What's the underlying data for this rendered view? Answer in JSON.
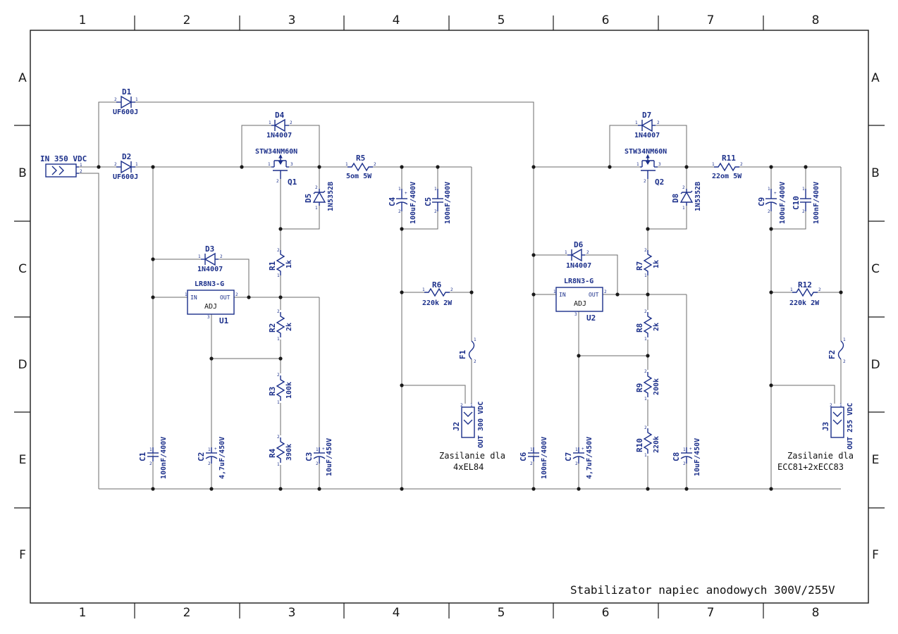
{
  "sheet": {
    "columns": [
      "1",
      "2",
      "3",
      "4",
      "5",
      "6",
      "7",
      "8"
    ],
    "rows": [
      "A",
      "B",
      "C",
      "D",
      "E",
      "F"
    ],
    "title": "Stabilizator napiec anodowych 300V/255V"
  },
  "colors": {
    "symbol": "#1b2f8a",
    "wire": "#6b6b6b",
    "frame": "#1a1a1a"
  },
  "connectors": {
    "input": {
      "label": "IN 350 VDC"
    },
    "j2": {
      "ref": "J2",
      "value": "OUT 300 VDC",
      "note_line1": "Zasilanie dla",
      "note_line2": "4xEL84"
    },
    "j3": {
      "ref": "J3",
      "value": "OUT 255 VDC",
      "note_line1": "Zasilanie dla",
      "note_line2": "ECC81+2xECC83"
    }
  },
  "diodes": {
    "d1": {
      "ref": "D1",
      "value": "UF600J"
    },
    "d2": {
      "ref": "D2",
      "value": "UF600J"
    },
    "d3": {
      "ref": "D3",
      "value": "1N4007"
    },
    "d4": {
      "ref": "D4",
      "value": "1N4007"
    },
    "d5": {
      "ref": "D5",
      "value": "1N5352B"
    },
    "d6": {
      "ref": "D6",
      "value": "1N4007"
    },
    "d7": {
      "ref": "D7",
      "value": "1N4007"
    },
    "d8": {
      "ref": "D8",
      "value": "1N5352B"
    }
  },
  "transistors": {
    "q1": {
      "ref": "Q1",
      "value": "STW34NM60N"
    },
    "q2": {
      "ref": "Q2",
      "value": "STW34NM60N"
    }
  },
  "regulators": {
    "u1": {
      "ref": "U1",
      "value": "LR8N3-G",
      "in": "IN",
      "out": "OUT",
      "adj": "ADJ"
    },
    "u2": {
      "ref": "U2",
      "value": "LR8N3-G",
      "in": "IN",
      "out": "OUT",
      "adj": "ADJ"
    }
  },
  "resistors": {
    "r1": {
      "ref": "R1",
      "value": "1k"
    },
    "r2": {
      "ref": "R2",
      "value": "2k"
    },
    "r3": {
      "ref": "R3",
      "value": "100k"
    },
    "r4": {
      "ref": "R4",
      "value": "390k"
    },
    "r5": {
      "ref": "R5",
      "value": "5om 5W"
    },
    "r6": {
      "ref": "R6",
      "value": "220k 2W"
    },
    "r7": {
      "ref": "R7",
      "value": "1k"
    },
    "r8": {
      "ref": "R8",
      "value": "2k"
    },
    "r9": {
      "ref": "R9",
      "value": "200k"
    },
    "r10": {
      "ref": "R10",
      "value": "220k"
    },
    "r11": {
      "ref": "R11",
      "value": "22om 5W"
    },
    "r12": {
      "ref": "R12",
      "value": "220k 2W"
    }
  },
  "capacitors": {
    "c1": {
      "ref": "C1",
      "value": "100nF/400V"
    },
    "c2": {
      "ref": "C2",
      "value": "4,7uF/450V"
    },
    "c3": {
      "ref": "C3",
      "value": "10uF/450V"
    },
    "c4": {
      "ref": "C4",
      "value": "100uF/400V"
    },
    "c5": {
      "ref": "C5",
      "value": "100nF/400V"
    },
    "c6": {
      "ref": "C6",
      "value": "100nF/400V"
    },
    "c7": {
      "ref": "C7",
      "value": "4,7uF/450V"
    },
    "c8": {
      "ref": "C8",
      "value": "10uF/450V"
    },
    "c9": {
      "ref": "C9",
      "value": "100uF/400V"
    },
    "c10": {
      "ref": "C10",
      "value": "100nF/400V"
    }
  },
  "fuses": {
    "f1": {
      "ref": "F1"
    },
    "f2": {
      "ref": "F2"
    }
  }
}
